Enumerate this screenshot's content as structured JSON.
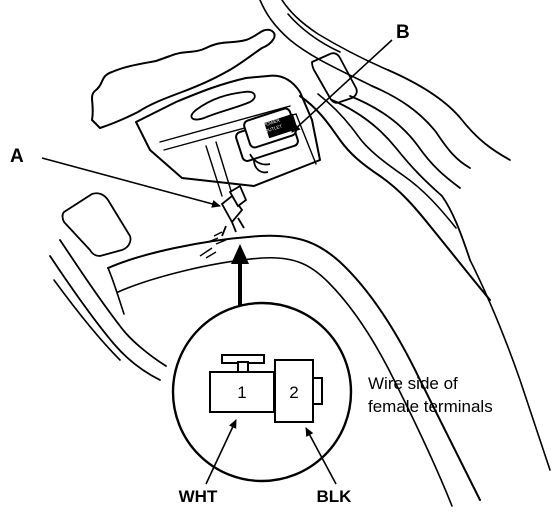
{
  "callouts": {
    "a": "A",
    "b": "B"
  },
  "outlet_label": {
    "line1": "POWER",
    "line2": "OUTLET"
  },
  "connector": {
    "pin1": "1",
    "pin2": "2",
    "caption_line1": "Wire side of",
    "caption_line2": "female terminals",
    "wire1": "WHT",
    "wire2": "BLK"
  },
  "colors": {
    "ink": "#000000",
    "paper": "#ffffff"
  }
}
